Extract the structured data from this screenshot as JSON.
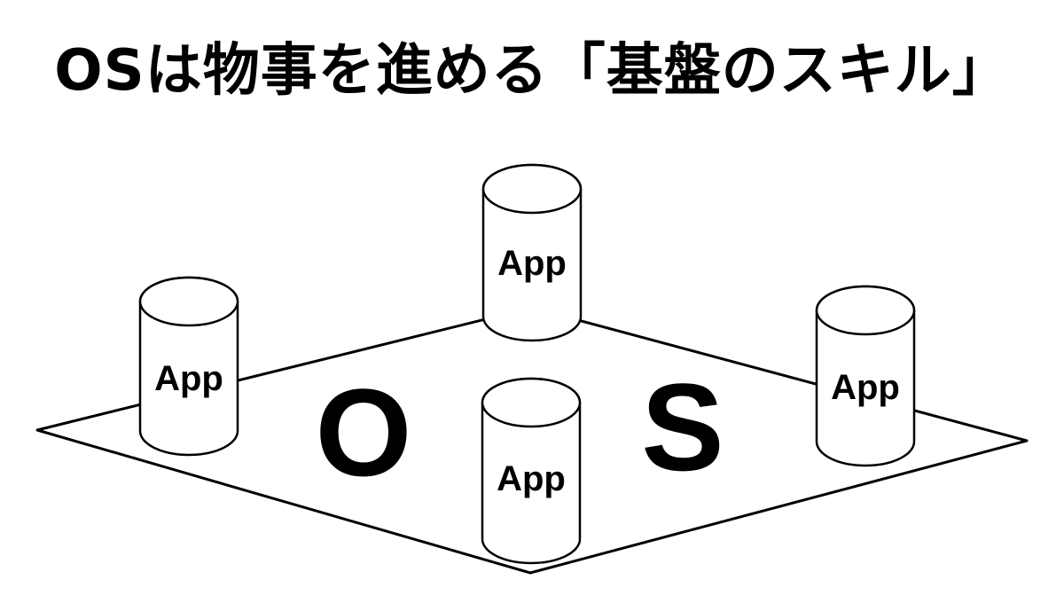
{
  "title": "OSは物事を進める「基盤のスキル」",
  "diagram": {
    "platform_letters": [
      "O",
      "S"
    ],
    "apps": [
      {
        "label": "App"
      },
      {
        "label": "App"
      },
      {
        "label": "App"
      },
      {
        "label": "App"
      }
    ]
  },
  "colors": {
    "stroke": "#000000",
    "fill": "#ffffff",
    "text": "#000000"
  }
}
